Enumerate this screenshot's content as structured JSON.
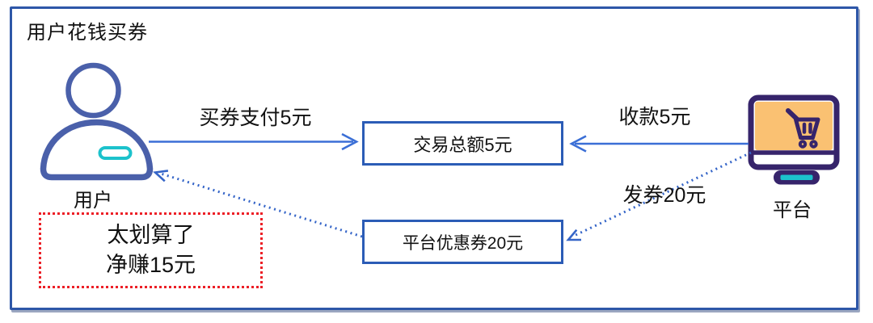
{
  "title": "用户花钱买券",
  "colors": {
    "frame_border": "#2E57A8",
    "box_border": "#2B5CB6",
    "arrow_solid": "#3B6FD6",
    "arrow_dotted": "#3565C8",
    "thought_border": "#EC1F26",
    "person": "#4A60AA",
    "teal": "#1CC2CC",
    "monitor_frame": "#36246B",
    "monitor_screen": "#FAC172",
    "text": "#111111"
  },
  "nodes": {
    "user": {
      "label": "用户",
      "icon": "person-icon"
    },
    "platform": {
      "label": "平台",
      "icon": "monitor-cart-icon"
    },
    "transaction_box": {
      "label": "交易总额5元"
    },
    "coupon_box": {
      "label": "平台优惠券20元"
    },
    "thought_box": {
      "lines": [
        "太划算了",
        "净赚15元"
      ]
    }
  },
  "arrows": [
    {
      "id": "pay",
      "label": "买券支付5元",
      "style": "solid",
      "from": "user",
      "to": "transaction-box"
    },
    {
      "id": "collect",
      "label": "收款5元",
      "style": "solid",
      "from": "platform",
      "to": "transaction-box"
    },
    {
      "id": "issue-coupon",
      "label": "发券20元",
      "style": "dotted",
      "from": "platform",
      "to": "coupon-box"
    },
    {
      "id": "coupon-to-user",
      "label": "",
      "style": "dotted",
      "from": "coupon-box",
      "to": "user"
    }
  ]
}
